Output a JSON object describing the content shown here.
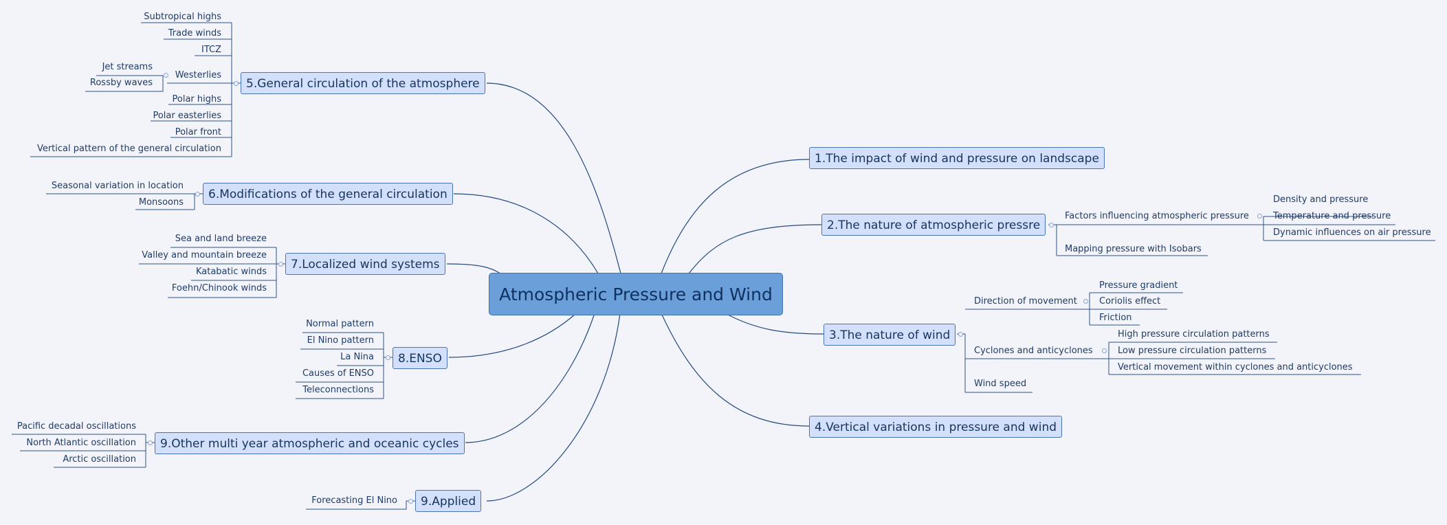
{
  "central": "Atmospheric Pressure and Wind",
  "topics": {
    "t1": {
      "label": "1.The impact of wind and pressure on landscape"
    },
    "t2": {
      "label": "2.The nature of atmospheric pressre",
      "factors": "Factors influencing atmospheric pressure",
      "factors_items": [
        "Density and pressure",
        "Temperature and pressure",
        "Dynamic influences on air pressure"
      ],
      "mapping": "Mapping pressure with Isobars"
    },
    "t3": {
      "label": "3.The nature of wind",
      "direction": "Direction of movement",
      "direction_items": [
        "Pressure gradient",
        "Coriolis effect",
        "Friction"
      ],
      "cyclones": "Cyclones and anticyclones",
      "cyclones_items": [
        "High pressure circulation patterns",
        "Low pressure circulation patterns",
        "Vertical movement within cyclones and anticyclones"
      ],
      "speed": "Wind speed"
    },
    "t4": {
      "label": "4.Vertical variations in pressure and wind"
    },
    "t5": {
      "label": "5.General circulation of the atmosphere",
      "items": [
        "Subtropical highs",
        "Trade winds",
        "ITCZ",
        "Westerlies",
        "Polar highs",
        "Polar easterlies",
        "Polar front",
        "Vertical pattern of the general circulation"
      ],
      "westerlies_items": [
        "Jet streams",
        "Rossby waves"
      ]
    },
    "t6": {
      "label": "6.Modifications of the general circulation",
      "items": [
        "Seasonal variation in location",
        "Monsoons"
      ]
    },
    "t7": {
      "label": "7.Localized wind systems",
      "items": [
        "Sea and land breeze",
        "Valley and mountain breeze",
        "Katabatic winds",
        "Foehn/Chinook winds"
      ]
    },
    "t8": {
      "label": "8.ENSO",
      "items": [
        "Normal pattern",
        "El Nino pattern",
        "La Nina",
        "Causes of ENSO",
        "Teleconnections"
      ]
    },
    "t9": {
      "label": "9.Other multi year atmospheric and oceanic cycles",
      "items": [
        "Pacific decadal oscillations",
        "North Atlantic oscillation",
        "Arctic oscillation"
      ]
    },
    "t10": {
      "label": "9.Applied",
      "items": [
        "Forecasting El Nino"
      ]
    }
  }
}
